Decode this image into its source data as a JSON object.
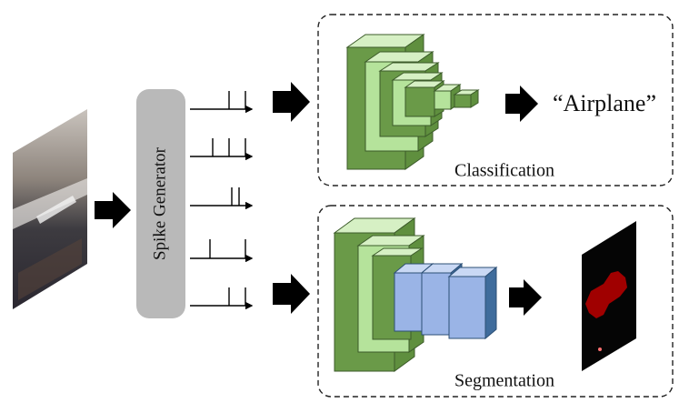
{
  "spike_generator": {
    "label": "Spike Generator"
  },
  "classification": {
    "label": "Classification",
    "output_label": "“Airplane”"
  },
  "segmentation": {
    "label": "Segmentation"
  },
  "colors": {
    "layer_green_front": "#b5e39b",
    "layer_green_side": "#5f8f3e",
    "layer_blue_front": "#9ab4e6",
    "layer_blue_side": "#3f6c9c",
    "generator_fill": "#b9b9b9",
    "mask_red": "#a00000",
    "arrow": "#000000"
  },
  "icons": [
    "input-photo-airplane",
    "spike-train",
    "segmentation-mask",
    "block-arrow"
  ]
}
